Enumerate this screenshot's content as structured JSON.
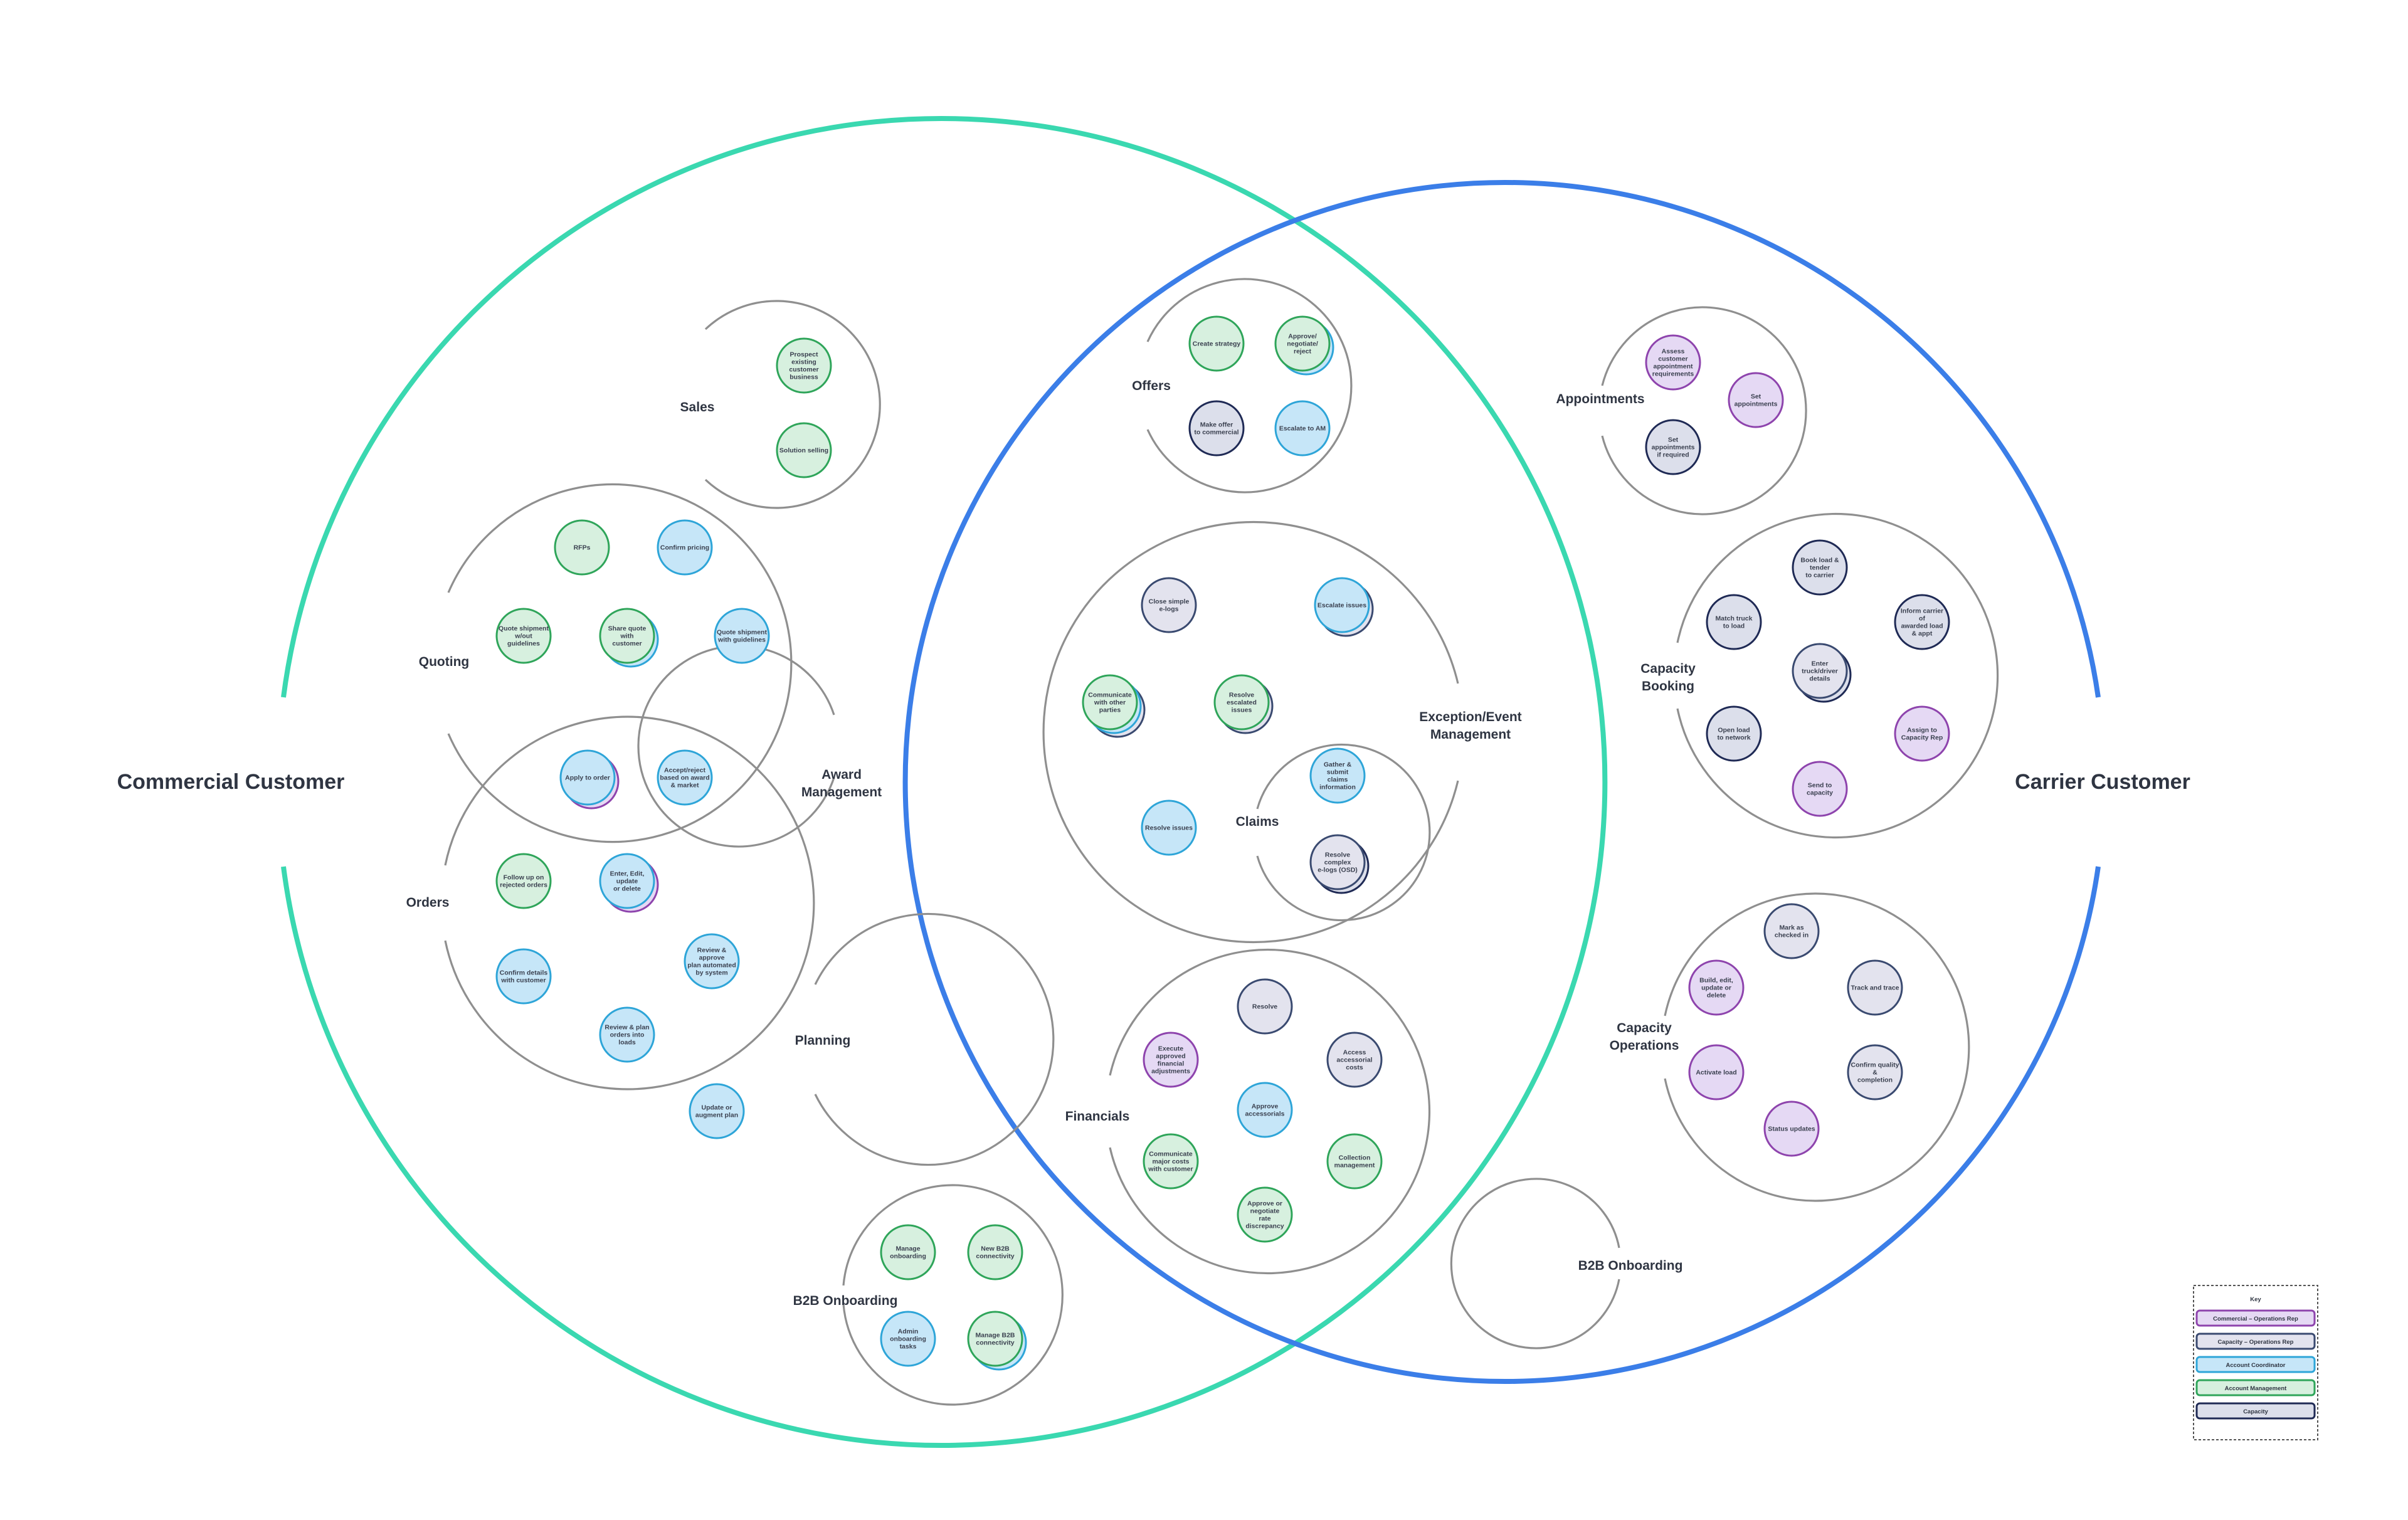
{
  "title_left": "Commercial Customer",
  "title_right": "Carrier Customer",
  "colors": {
    "commercial_ring": "#3ad8b0",
    "carrier_ring": "#3b7ee8",
    "group_ring": "#8f8f8f",
    "commercial_ops_fill": "#e5d9f4",
    "commercial_ops_stroke": "#8e44ad",
    "capacity_ops_fill": "#e3e3ee",
    "capacity_ops_stroke": "#3a4a70",
    "account_coord_fill": "#c6e6f8",
    "account_coord_stroke": "#2ea5d8",
    "account_mgmt_fill": "#d7f0df",
    "account_mgmt_stroke": "#2fa55a",
    "capacity_fill": "#dcdfeb",
    "capacity_stroke": "#1f2a55"
  },
  "groups": {
    "sales": "Sales",
    "quoting": "Quoting",
    "orders": "Orders",
    "award_management": [
      "Award",
      "Management"
    ],
    "planning": "Planning",
    "b2b_left": "B2B Onboarding",
    "offers": "Offers",
    "exception": [
      "Exception/Event",
      "Management"
    ],
    "claims": "Claims",
    "financials": "Financials",
    "appointments": "Appointments",
    "capacity_booking": [
      "Capacity",
      "Booking"
    ],
    "capacity_operations": [
      "Capacity",
      "Operations"
    ],
    "b2b_right": "B2B Onboarding"
  },
  "tasks": {
    "prospect": [
      "Prospect",
      "existing",
      "customer",
      "business"
    ],
    "solution_selling": [
      "Solution selling"
    ],
    "rfps": [
      "RFPs"
    ],
    "confirm_pricing": [
      "Confirm pricing"
    ],
    "quote_shipment_wo": [
      "Quote shipment",
      "w/out",
      "guidelines"
    ],
    "share_quote": [
      "Share quote",
      "with",
      "customer"
    ],
    "quote_shipment_w": [
      "Quote shipment",
      "with guidelines"
    ],
    "apply_to_order": [
      "Apply to order"
    ],
    "accept_reject": [
      "Accept/reject",
      "based on award",
      "& market"
    ],
    "follow_up": [
      "Follow up on",
      "rejected orders"
    ],
    "enter_edit": [
      "Enter, Edit,",
      "update",
      "or delete"
    ],
    "confirm_details": [
      "Confirm details",
      "with customer"
    ],
    "review_approve_plan": [
      "Review &",
      "approve",
      "plan automated",
      "by system"
    ],
    "review_plan_orders": [
      "Review & plan",
      "orders into",
      "loads"
    ],
    "update_augment": [
      "Update or",
      "augment plan"
    ],
    "manage_onboarding": [
      "Manage",
      "onboarding"
    ],
    "new_b2b": [
      "New B2B",
      "connectivity"
    ],
    "admin_onboarding": [
      "Admin",
      "onboarding",
      "tasks"
    ],
    "manage_b2b": [
      "Manage B2B",
      "connectivity"
    ],
    "create_strategy": [
      "Create strategy"
    ],
    "approve_negotiate": [
      "Approve/",
      "negotiate/",
      "reject"
    ],
    "make_offer": [
      "Make offer",
      "to commercial"
    ],
    "escalate_am": [
      "Escalate to AM"
    ],
    "close_simple": [
      "Close simple",
      "e-logs"
    ],
    "escalate_issues": [
      "Escalate issues"
    ],
    "communicate_parties": [
      "Communicate",
      "with other",
      "parties"
    ],
    "resolve_escalated": [
      "Resolve",
      "escalated",
      "issues"
    ],
    "gather_claims": [
      "Gather &",
      "submit",
      "claims",
      "information"
    ],
    "resolve_issues": [
      "Resolve issues"
    ],
    "resolve_complex": [
      "Resolve",
      "complex",
      "e-logs (OSD)"
    ],
    "resolve": [
      "Resolve"
    ],
    "execute_adjustments": [
      "Execute",
      "approved",
      "financial",
      "adjustments"
    ],
    "access_accessorial": [
      "Access",
      "accessorial",
      "costs"
    ],
    "approve_accessorials": [
      "Approve",
      "accessorials"
    ],
    "communicate_costs": [
      "Communicate",
      "major costs",
      "with customer"
    ],
    "collection_mgmt": [
      "Collection",
      "management"
    ],
    "approve_rate": [
      "Approve or",
      "negotiate",
      "rate",
      "discrepancy"
    ],
    "assess_appt": [
      "Assess",
      "customer",
      "appointment",
      "requirements"
    ],
    "set_appointments": [
      "Set",
      "appointments"
    ],
    "set_appt_required": [
      "Set",
      "appointments",
      "if required"
    ],
    "book_load": [
      "Book load &",
      "tender",
      "to carrier"
    ],
    "match_truck": [
      "Match truck",
      "to load"
    ],
    "inform_carrier": [
      "Inform carrier",
      "of",
      "awarded load",
      "& appt"
    ],
    "enter_truck": [
      "Enter",
      "truck/driver",
      "details"
    ],
    "open_load": [
      "Open load",
      "to network"
    ],
    "assign_rep": [
      "Assign to",
      "Capacity Rep"
    ],
    "send_capacity": [
      "Send to",
      "capacity"
    ],
    "mark_checked": [
      "Mark as",
      "checked in"
    ],
    "build_edit": [
      "Build, edit,",
      "update or",
      "delete"
    ],
    "track_trace": [
      "Track and trace"
    ],
    "activate_load": [
      "Activate load"
    ],
    "confirm_quality": [
      "Confirm quality",
      "&",
      "completion"
    ],
    "status_updates": [
      "Status updates"
    ]
  },
  "key": {
    "title": "Key",
    "items": [
      {
        "label": "Commercial – Operations Rep",
        "role": "commercial_ops"
      },
      {
        "label": "Capacity – Operations Rep",
        "role": "capacity_ops"
      },
      {
        "label": "Account Coordinator",
        "role": "account_coord"
      },
      {
        "label": "Account Management",
        "role": "account_mgmt"
      },
      {
        "label": "Capacity",
        "role": "capacity"
      }
    ]
  }
}
